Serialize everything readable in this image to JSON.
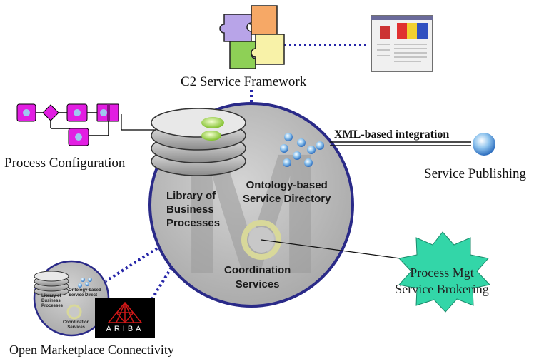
{
  "labels": {
    "framework": "C2 Service Framework",
    "process_config": "Process Configuration",
    "service_publishing": "Service Publishing",
    "xml_integration": "XML-based integration",
    "library": [
      "Library of",
      "Business",
      "Processes"
    ],
    "ontology": [
      "Ontology-based",
      "Service Directory"
    ],
    "coordination": [
      "Coordination",
      "Services"
    ],
    "process_mgt": [
      "Process Mgt",
      "Service Brokering"
    ],
    "open_marketplace": "Open Marketplace Connectivity",
    "ariba": "ARIBA"
  },
  "mini_labels": {
    "library": [
      "Library of",
      "Business",
      "Processes"
    ],
    "ontology": [
      "Ontology-based",
      "Service Direct"
    ],
    "coordination": [
      "Coordination",
      "Services"
    ]
  },
  "colors": {
    "hub_fill": "#bdbdbd",
    "hub_stroke": "#2a2a88",
    "dotted_link": "#2626a8",
    "burst": "#33d6a8",
    "process_node": "#e21ee2",
    "puzzle_orange": "#f6a866",
    "puzzle_purple": "#b8a4e8",
    "puzzle_green": "#8ed056",
    "puzzle_yellow": "#f8f2a8"
  },
  "icons": [
    "puzzle-icon",
    "document-screenshot-icon",
    "database-stack-icon",
    "ontology-dots-icon",
    "service-sphere-icon",
    "ariba-logo-icon"
  ]
}
